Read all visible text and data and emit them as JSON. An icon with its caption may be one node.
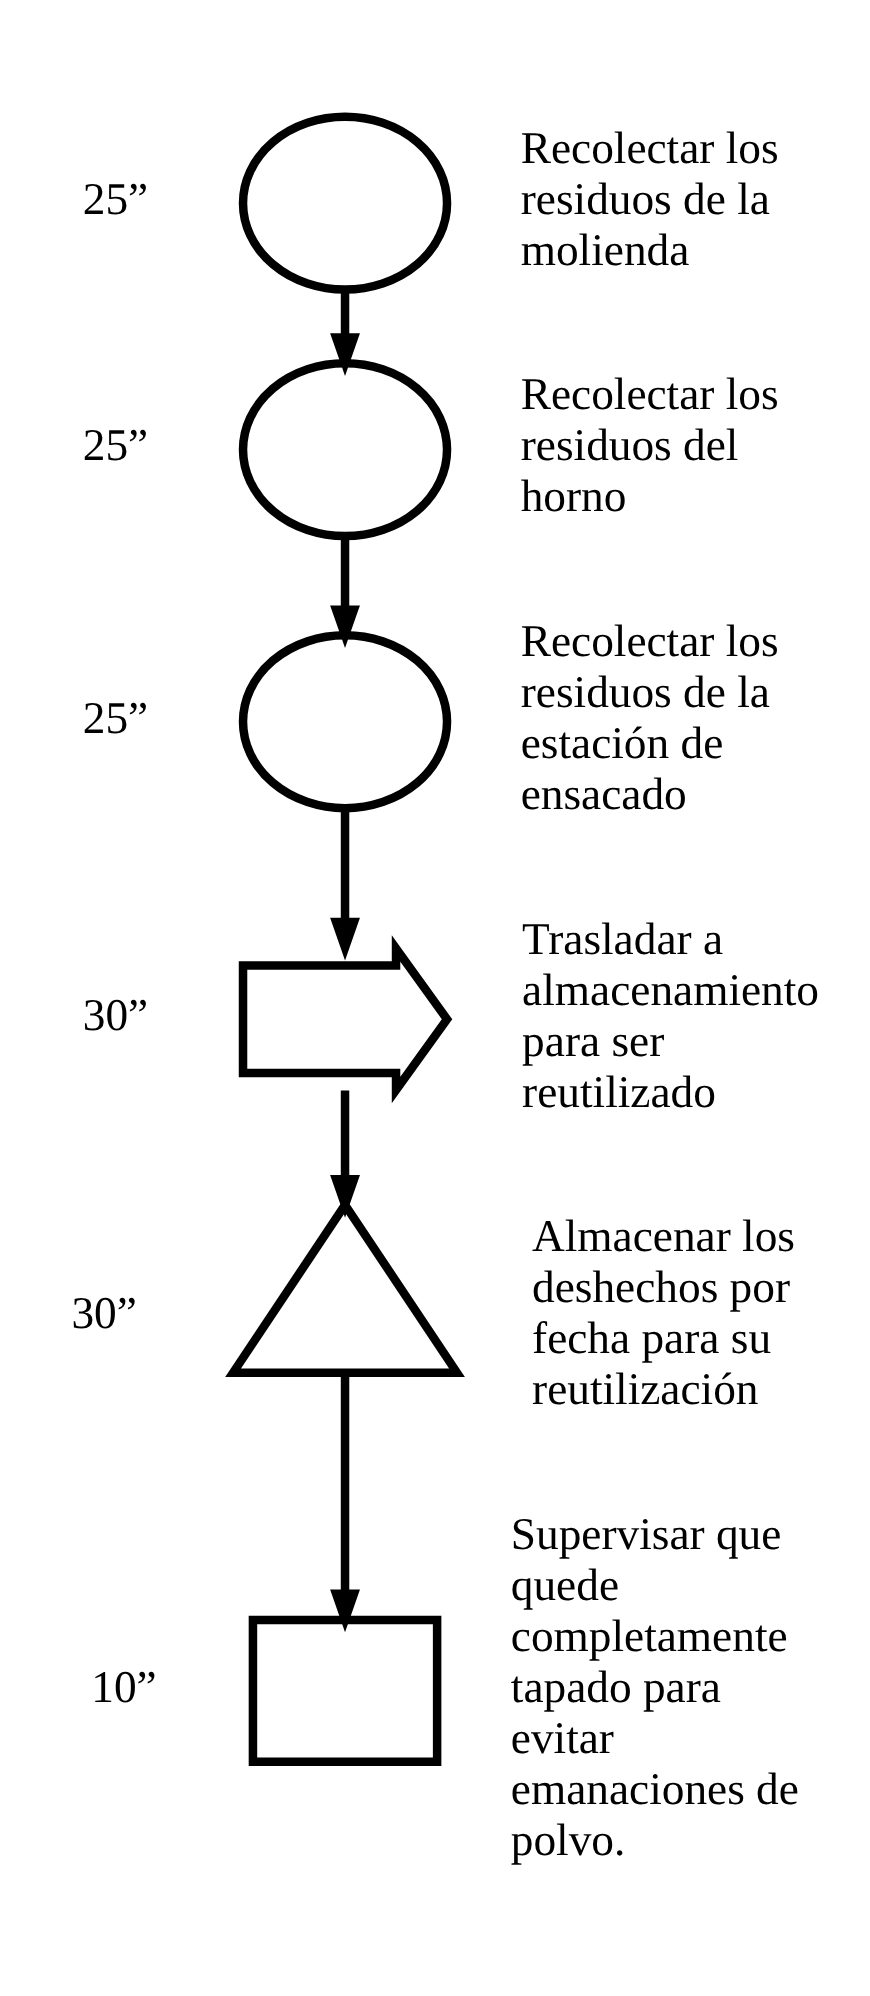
{
  "diagram": {
    "nodes": [
      {
        "text": [],
        "shape": "circle",
        "beside": [
          "25”",
          "Recolectar los residuos de la molienda"
        ]
      },
      {
        "text": [],
        "shape": "circle",
        "beside": [
          "25”",
          "Recolectar los residuos del horno"
        ]
      },
      {
        "text": [],
        "shape": "circle",
        "beside": [
          "25”",
          "Recolectar los residuos de la estación de ensacado"
        ]
      },
      {
        "text": [],
        "shape": "arrow",
        "beside": [
          "30”",
          "Trasladar a almacenamiento para ser reutilizado"
        ]
      },
      {
        "text": [],
        "shape": "triangle",
        "beside": [
          "30”",
          "Almacenar los deshechos por fecha para su reutilización"
        ]
      },
      {
        "text": [],
        "shape": "box",
        "beside": [
          "10”",
          "Supervisar que quede completamente tapado para evitar emanaciones de polvo."
        ]
      }
    ],
    "edges": [
      {
        "from": 0,
        "to": 1,
        "arrow": "to"
      },
      {
        "from": 1,
        "to": 2,
        "arrow": "to"
      },
      {
        "from": 2,
        "to": 3,
        "arrow": "to"
      },
      {
        "from": 3,
        "to": 4,
        "arrow": "to"
      },
      {
        "from": 4,
        "to": 5,
        "arrow": "to"
      }
    ]
  }
}
